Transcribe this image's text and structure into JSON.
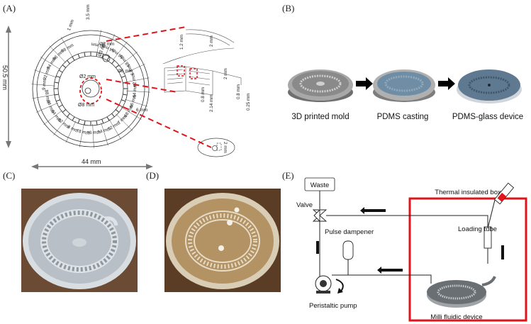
{
  "panels": {
    "a": "(A)",
    "b": "(B)",
    "c": "(C)",
    "d": "(D)",
    "e": "(E)"
  },
  "panel_a": {
    "height_label": "50.5 mm",
    "width_label": "44 mm",
    "center_dims": [
      "Ø2 mm",
      "Ø8 mm",
      "Ø2 mm",
      "Ø3 mm",
      "Ø5 mm",
      "6 mm",
      "1 mm",
      "3.5 mm"
    ],
    "radial_labels": [
      "98 mm",
      "96 mm",
      ".94 mm",
      ".92 mm",
      ".9 mm",
      ".88 mm",
      ".86 mm",
      ".84 mm",
      ".82 mm",
      ".8 mm",
      ".78 mm",
      ".76 mm",
      ".74 mm",
      ".72 mm",
      ".7 mm",
      ".68 mm",
      ".66 mm",
      ".64 mm",
      ".62 mm",
      ".6 mm",
      ".58 mm",
      ".56 mm",
      ".54 mm",
      ".52 mm"
    ],
    "detail_dims": [
      "1.2 mm",
      "2 mm",
      "2 mm",
      "0.8 mm",
      "2.14 mm",
      "0.8 mm",
      "0.25 mm",
      "2 mm"
    ]
  },
  "panel_b": {
    "steps": [
      "3D printed mold",
      "PDMS casting",
      "PDMS-glass device"
    ]
  },
  "panel_e": {
    "waste": "Waste",
    "valve": "Valve",
    "pulse_dampener": "Pulse dampener",
    "peristaltic_pump": "Peristaltic pump",
    "box_title": "Thermal insulated box",
    "loading_tube": "Loading tube",
    "device": "Milli fluidic device",
    "box_color": "#e0141b"
  }
}
